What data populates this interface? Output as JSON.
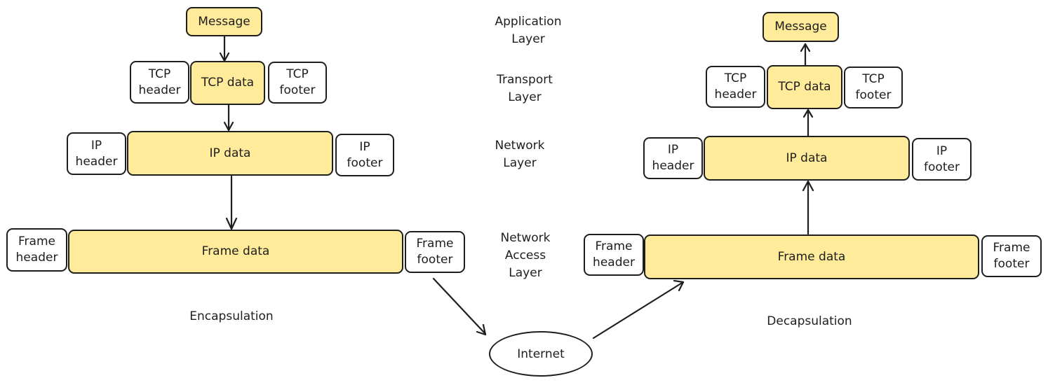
{
  "layers": {
    "application": "Application\nLayer",
    "transport": "Transport\nLayer",
    "network": "Network\nLayer",
    "network_access": "Network\nAccess\nLayer"
  },
  "encapsulation": {
    "caption": "Encapsulation",
    "message": "Message",
    "tcp_header": "TCP\nheader",
    "tcp_data": "TCP data",
    "tcp_footer": "TCP\nfooter",
    "ip_header": "IP\nheader",
    "ip_data": "IP data",
    "ip_footer": "IP\nfooter",
    "frame_header": "Frame\nheader",
    "frame_data": "Frame data",
    "frame_footer": "Frame\nfooter"
  },
  "decapsulation": {
    "caption": "Decapsulation",
    "message": "Message",
    "tcp_header": "TCP\nheader",
    "tcp_data": "TCP data",
    "tcp_footer": "TCP\nfooter",
    "ip_header": "IP\nheader",
    "ip_data": "IP data",
    "ip_footer": "IP\nfooter",
    "frame_header": "Frame\nheader",
    "frame_data": "Frame data",
    "frame_footer": "Frame\nfooter"
  },
  "internet": "Internet",
  "colors": {
    "highlight_fill": "#ffeb99",
    "stroke": "#1e1e1e",
    "background": "#ffffff"
  }
}
